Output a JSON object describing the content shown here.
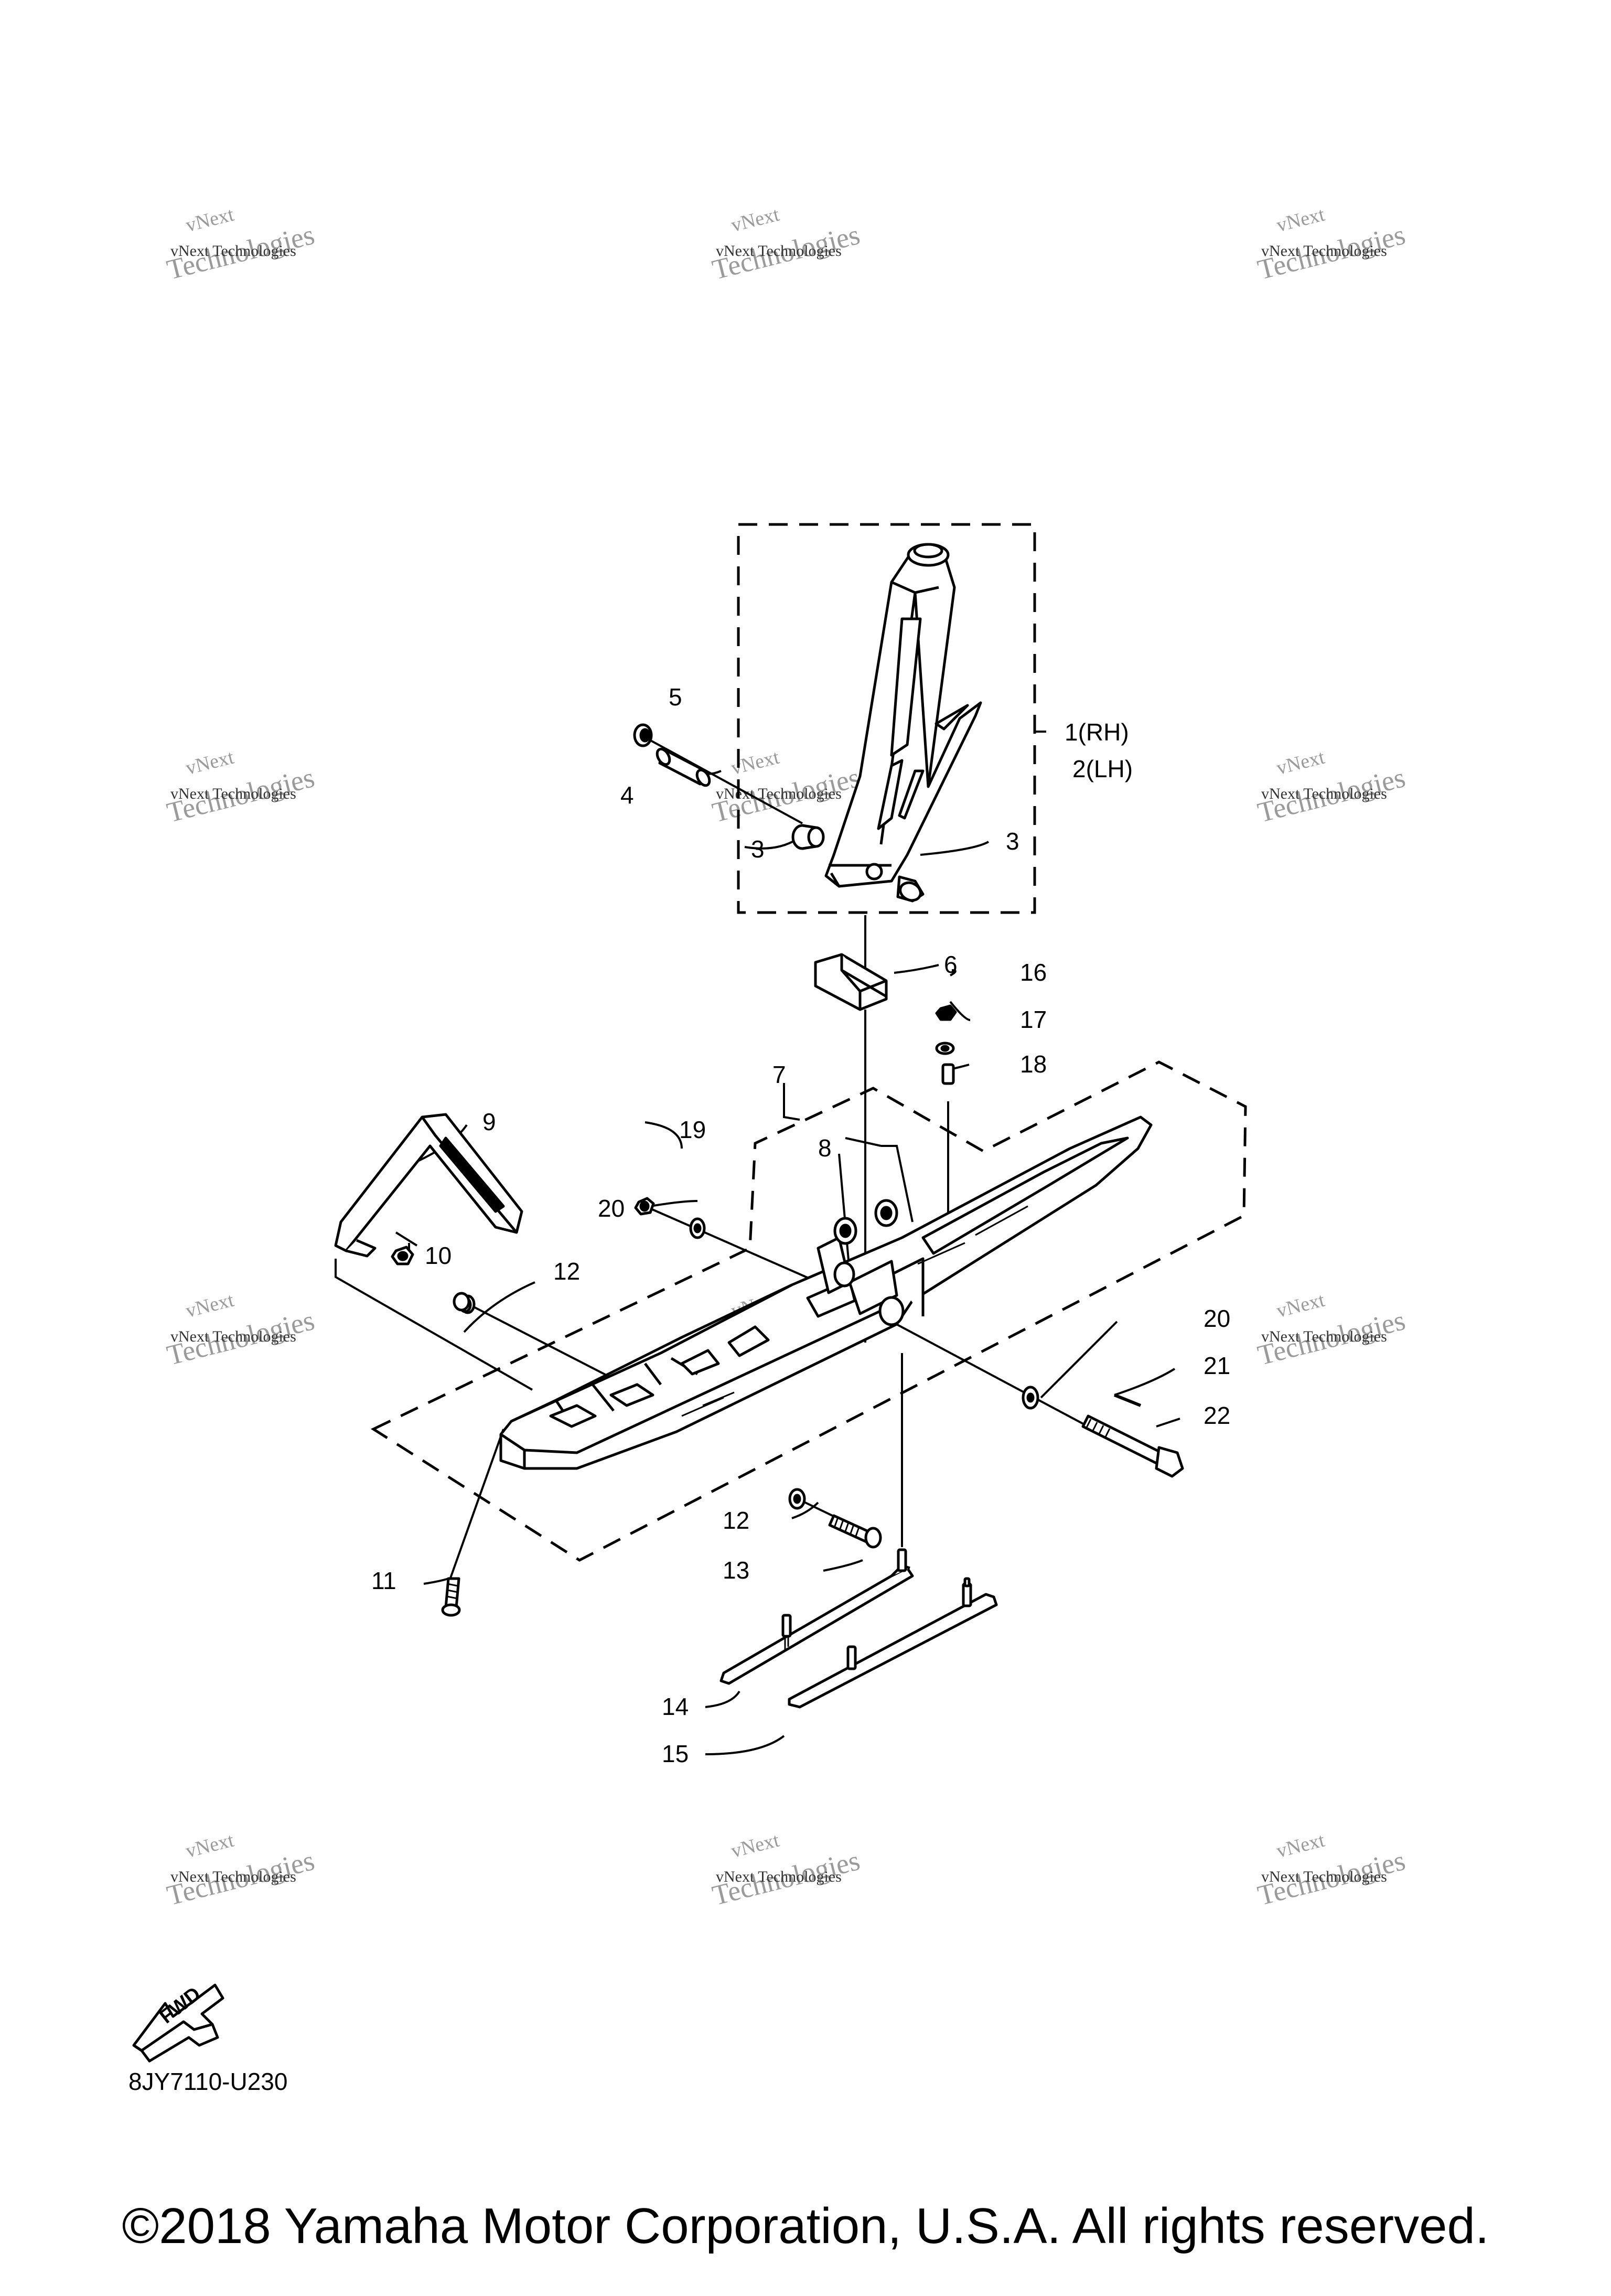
{
  "diagram": {
    "callouts": [
      {
        "id": "c1",
        "text": "1(RH)"
      },
      {
        "id": "c2",
        "text": "2(LH)"
      },
      {
        "id": "c3a",
        "text": "3"
      },
      {
        "id": "c3b",
        "text": "3"
      },
      {
        "id": "c4",
        "text": "4"
      },
      {
        "id": "c5",
        "text": "5"
      },
      {
        "id": "c6",
        "text": "6"
      },
      {
        "id": "c7",
        "text": "7"
      },
      {
        "id": "c8",
        "text": "8"
      },
      {
        "id": "c9",
        "text": "9"
      },
      {
        "id": "c10",
        "text": "10"
      },
      {
        "id": "c11",
        "text": "11"
      },
      {
        "id": "c12a",
        "text": "12"
      },
      {
        "id": "c12b",
        "text": "12"
      },
      {
        "id": "c13",
        "text": "13"
      },
      {
        "id": "c14",
        "text": "14"
      },
      {
        "id": "c15",
        "text": "15"
      },
      {
        "id": "c16",
        "text": "16"
      },
      {
        "id": "c17",
        "text": "17"
      },
      {
        "id": "c18",
        "text": "18"
      },
      {
        "id": "c19",
        "text": "19"
      },
      {
        "id": "c20a",
        "text": "20"
      },
      {
        "id": "c20b",
        "text": "20"
      },
      {
        "id": "c21",
        "text": "21"
      },
      {
        "id": "c22",
        "text": "22"
      }
    ],
    "fwd_label": "FWD",
    "diagram_code": "8JY7110-U230"
  },
  "watermark": {
    "line1": "vNext",
    "line2": "Technologies",
    "line3": "vNext Technologies",
    "color": "#9a9a9a"
  },
  "footer": {
    "copyright": "©2018 Yamaha Motor Corporation, U.S.A. All rights reserved."
  }
}
